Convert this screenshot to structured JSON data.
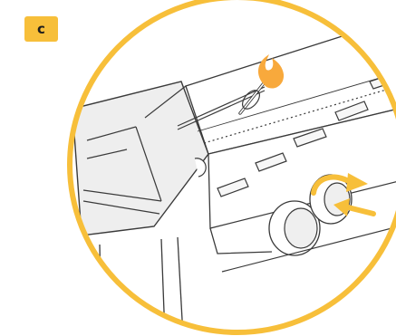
{
  "step_label": "c",
  "colors": {
    "accent": "#f7bf3a",
    "flame": "#f8a93c",
    "line": "#3a3a3a",
    "fill_light": "#f1f1f1",
    "background": "#ffffff"
  },
  "icons": [
    "magnifier-circle",
    "grill-lid",
    "burner-knob",
    "flame-icon",
    "rotate-arrow",
    "push-arrow",
    "lighter-stick"
  ]
}
